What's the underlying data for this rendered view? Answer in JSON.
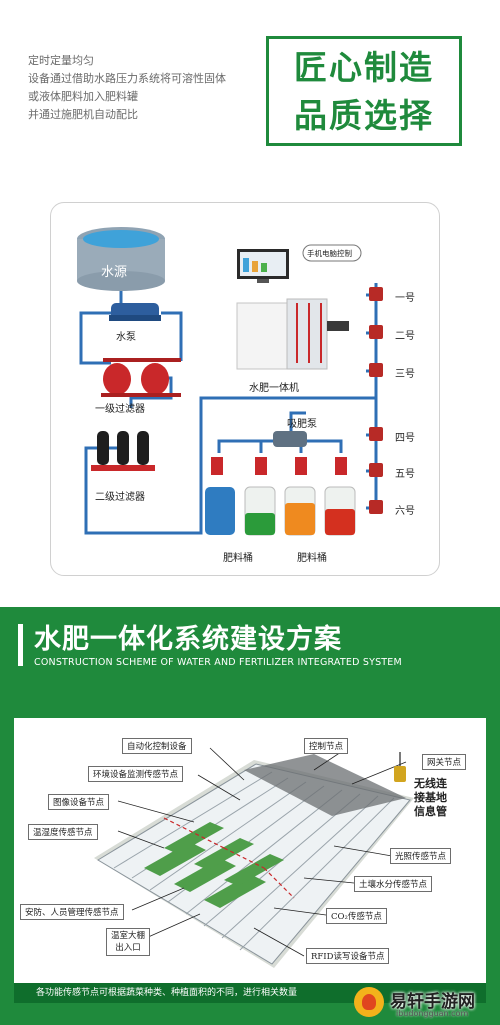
{
  "intro": {
    "lines": [
      "定时定量均匀",
      "设备通过借助水路压力系统将可溶性固体",
      "或液体肥料加入肥料罐",
      "并通过施肥机自动配比"
    ]
  },
  "slogan": {
    "line1": "匠心制造",
    "line2": "品质选择"
  },
  "diagram": {
    "water_source": "水源",
    "pump": "水泵",
    "primary_filter": "一级过滤器",
    "secondary_filter": "二级过滤器",
    "phone_pc_control": "手机电脑控制",
    "machine": "水肥一体机",
    "suction_pump": "吸肥泵",
    "bucket_label_1": "肥料桶",
    "bucket_label_2": "肥料桶",
    "zones": [
      "一号",
      "二号",
      "三号",
      "四号",
      "五号",
      "六号"
    ],
    "colors": {
      "pipe": "#2f6fb5",
      "tank_red": "#c9282a",
      "filter_black": "#1e1e1e",
      "water": "#3fa2d9"
    }
  },
  "section": {
    "title": "水肥一体化系统建设方案",
    "subtitle": "CONSTRUCTION SCHEME OF WATER AND FERTILIZER INTEGRATED SYSTEM",
    "accent": "#1f8a3c"
  },
  "greenhouse": {
    "labels": {
      "auto_control": "自动化控制设备",
      "control_node": "控制节点",
      "gateway_node": "网关节点",
      "wireless": [
        "无线连",
        "接基地",
        "信息管"
      ],
      "env_monitor": "环境设备监测传感节点",
      "image_node": "图像设备节点",
      "temp_humidity": "温湿度传感节点",
      "light_sensor": "光照传感节点",
      "soil_moisture": "土壤水分传感节点",
      "security": "安防、人员管理传感节点",
      "co2": "CO₂传感节点",
      "entrance": [
        "温室大棚",
        "出入口"
      ],
      "rfid": "RFID读写设备节点"
    },
    "footer": "各功能传感节点可根据蔬菜种类、种植面积的不同，进行相关数量"
  },
  "watermark": {
    "name": "易轩手游网",
    "url": "ibudongguan.com"
  }
}
